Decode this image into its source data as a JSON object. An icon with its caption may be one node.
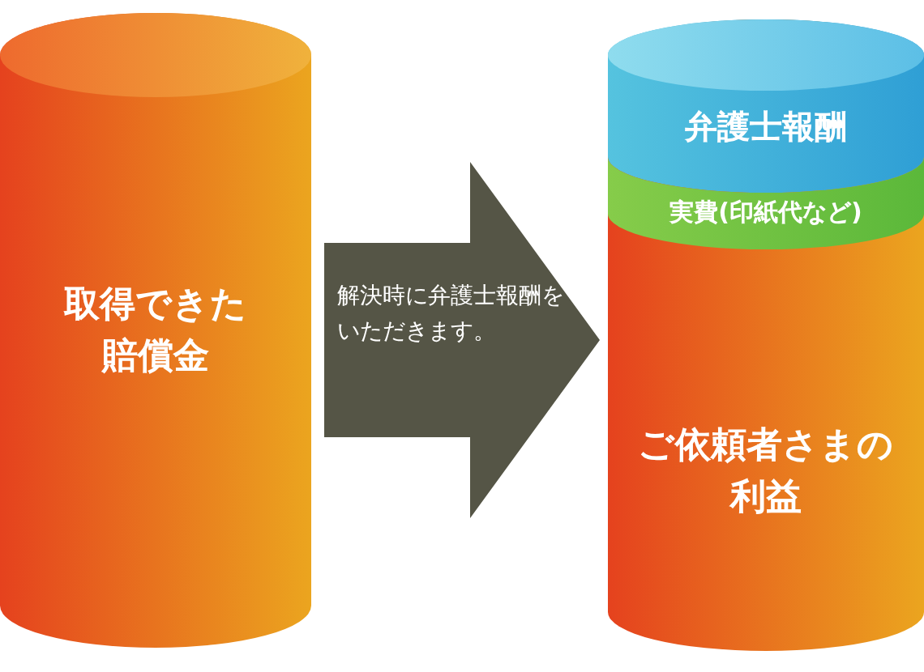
{
  "diagram": {
    "nodes": [
      {
        "text": [
          "取得できた賠償金"
        ]
      },
      {
        "text": [
          "ご依頼者さまの利益"
        ]
      },
      {
        "text": [
          "弁護士報酬"
        ],
        "in": 1
      },
      {
        "text": [
          "実費(印紙代など)"
        ],
        "in": 1
      }
    ],
    "edges": [
      {
        "from": 0,
        "to": 1,
        "arrow": "to",
        "label": "解決時に弁護士報酬をいただきます。"
      }
    ]
  }
}
